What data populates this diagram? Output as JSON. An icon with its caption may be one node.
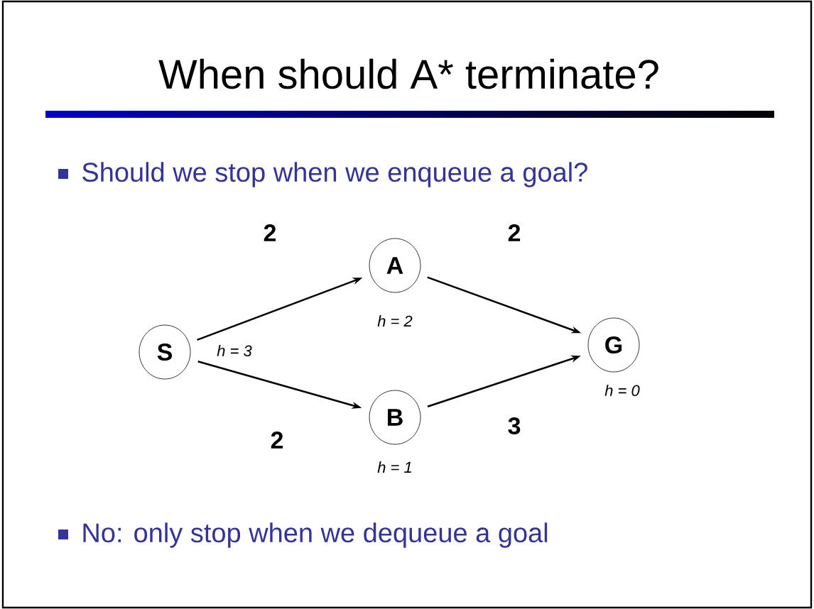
{
  "diagram": {
    "title": "When should A* terminate?",
    "nodes": [
      {
        "text": [
          "S"
        ],
        "beside": [
          "h = 3"
        ]
      },
      {
        "text": [
          "A"
        ],
        "beside": [
          "h = 2"
        ]
      },
      {
        "text": [
          "B"
        ],
        "beside": [
          "h = 1"
        ]
      },
      {
        "text": [
          "G"
        ],
        "beside": [
          "h = 0"
        ]
      }
    ],
    "edges": [
      {
        "from": 0,
        "to": 1,
        "arrow": "to",
        "label": "2"
      },
      {
        "from": 1,
        "to": 3,
        "arrow": "to",
        "label": "2"
      },
      {
        "from": 0,
        "to": 2,
        "arrow": "to",
        "label": "2"
      },
      {
        "from": 2,
        "to": 3,
        "arrow": "to",
        "label": "3"
      }
    ],
    "labels": [
      "Should we stop when we enqueue a goal?",
      "No: only stop when we dequeue a goal"
    ]
  }
}
